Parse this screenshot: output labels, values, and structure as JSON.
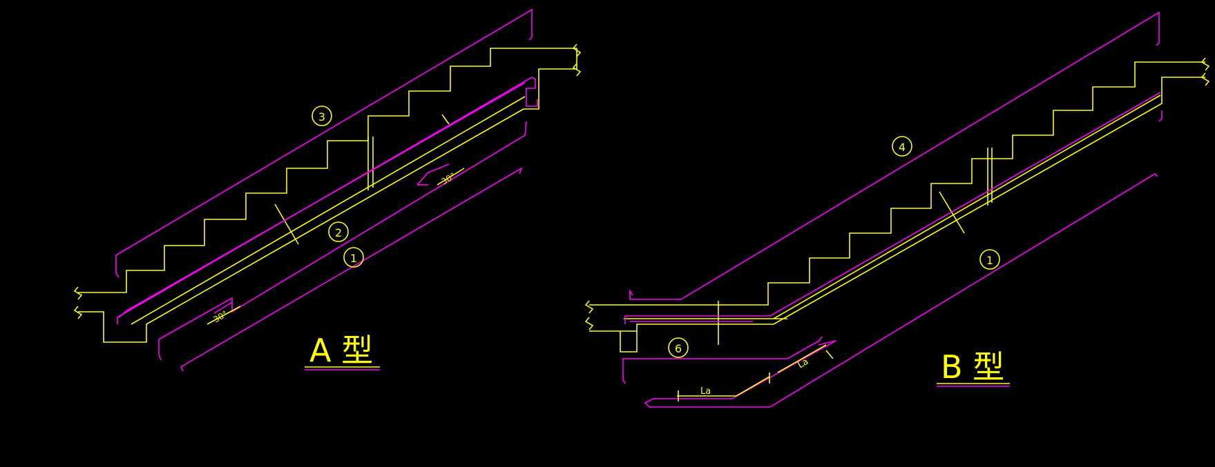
{
  "colors": {
    "background": "#000000",
    "concrete_outline": "#ffff00",
    "rebar": "#ff00ff",
    "annotation": "#ffff00"
  },
  "diagram_a": {
    "title": "A 型",
    "bar_labels": [
      "3",
      "2",
      "1"
    ],
    "angle_labels": [
      "30°",
      "30°"
    ]
  },
  "diagram_b": {
    "title": "B 型",
    "bar_labels": [
      "4",
      "1",
      "6"
    ],
    "length_labels": [
      "La",
      "La"
    ]
  }
}
